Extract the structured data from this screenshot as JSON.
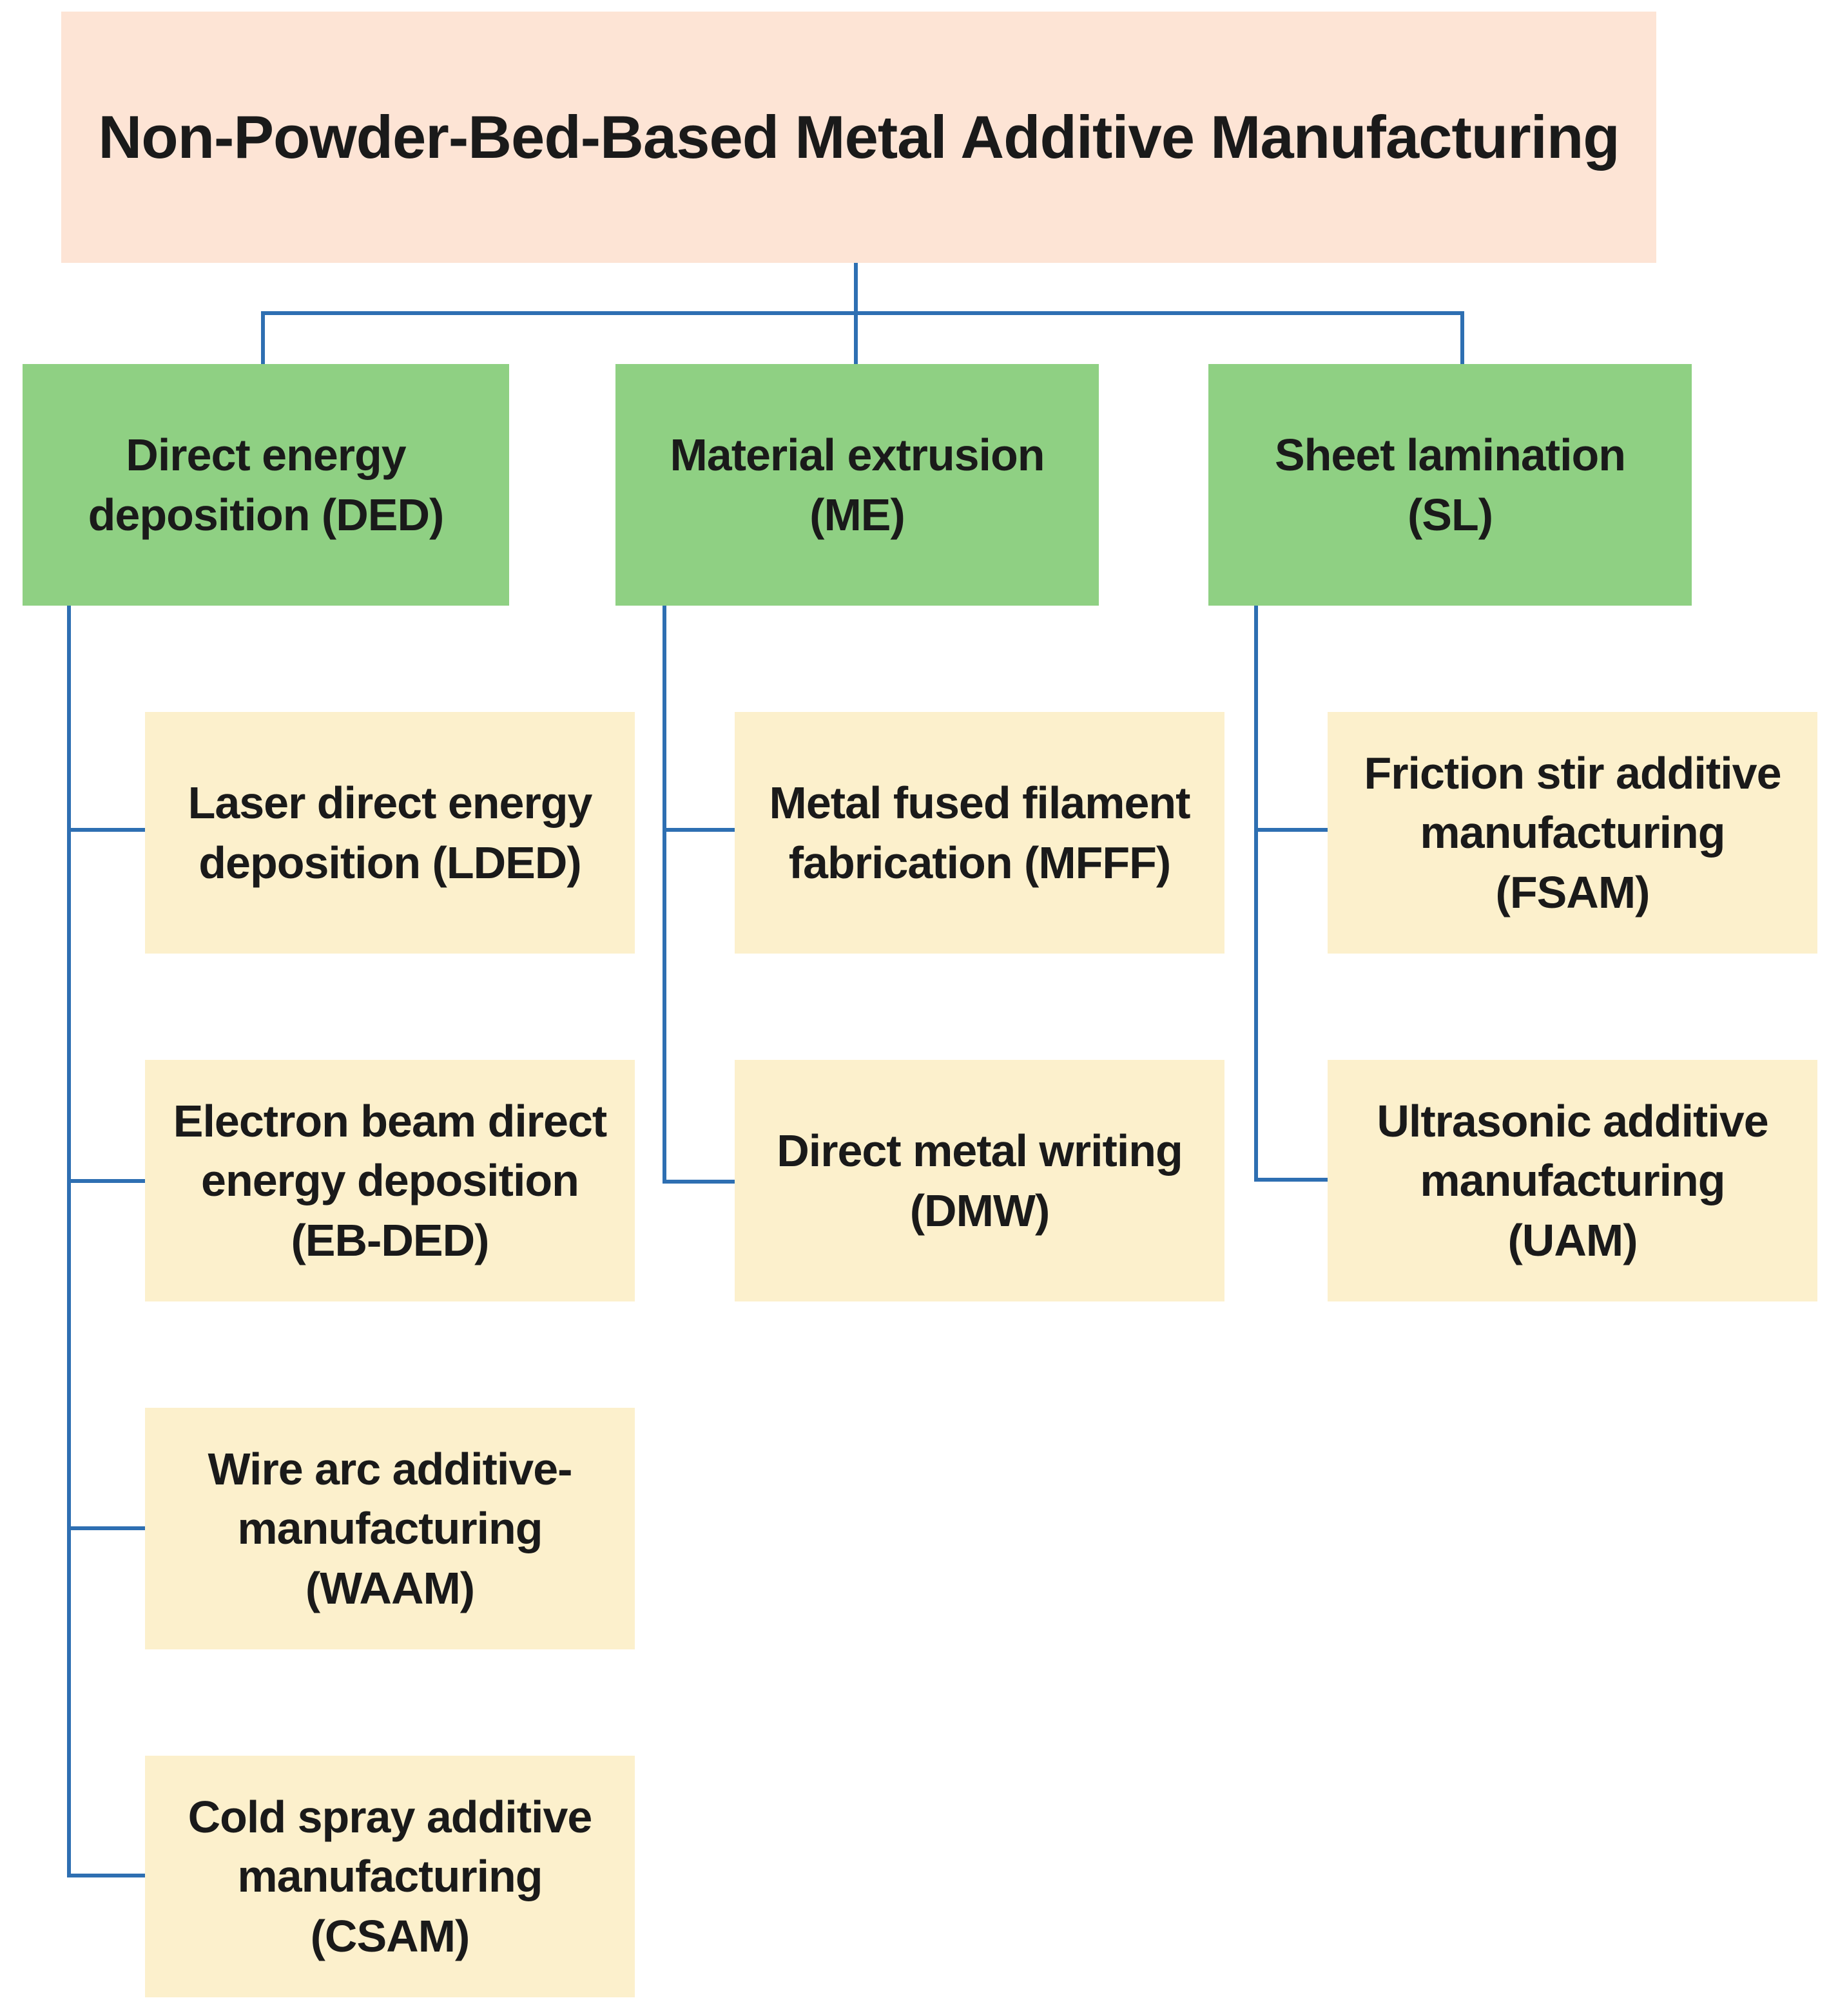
{
  "diagram": {
    "root": {
      "label": "Non-Powder-Bed-Based Metal Additive Manufacturing"
    },
    "branches": [
      {
        "label": "Direct energy\ndeposition (DED)",
        "abbr": "DED",
        "children": [
          {
            "label": "Laser direct energy\ndeposition (LDED)",
            "abbr": "LDED"
          },
          {
            "label": "Electron beam direct\nenergy deposition\n(EB-DED)",
            "abbr": "EB-DED"
          },
          {
            "label": "Wire arc additive-\nmanufacturing\n(WAAM)",
            "abbr": "WAAM"
          },
          {
            "label": "Cold spray additive\nmanufacturing\n(CSAM)",
            "abbr": "CSAM"
          }
        ]
      },
      {
        "label": "Material extrusion\n(ME)",
        "abbr": "ME",
        "children": [
          {
            "label": "Metal fused filament\nfabrication (MFFF)",
            "abbr": "MFFF"
          },
          {
            "label": "Direct metal writing\n(DMW)",
            "abbr": "DMW"
          }
        ]
      },
      {
        "label": "Sheet lamination\n(SL)",
        "abbr": "SL",
        "children": [
          {
            "label": "Friction stir additive\nmanufacturing\n(FSAM)",
            "abbr": "FSAM"
          },
          {
            "label": "Ultrasonic additive\nmanufacturing\n(UAM)",
            "abbr": "UAM"
          }
        ]
      }
    ],
    "colors": {
      "root_bg": "#FDE4D5",
      "branch_bg": "#8FD083",
      "child_bg": "#FCF0CC",
      "connector": "#2E6FB2",
      "text": "#1A1A1A"
    }
  }
}
